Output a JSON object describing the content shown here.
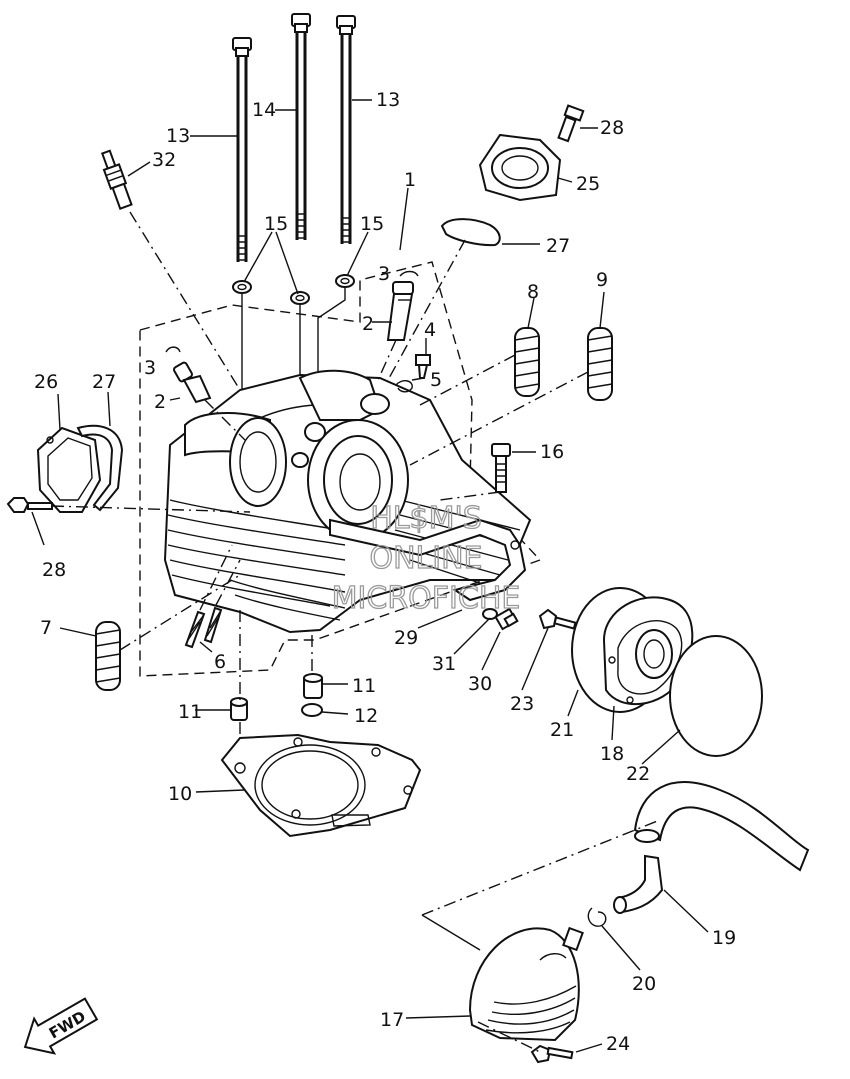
{
  "diagram": {
    "callouts": [
      {
        "id": "c1",
        "text": "1"
      },
      {
        "id": "c2a",
        "text": "2"
      },
      {
        "id": "c2b",
        "text": "2"
      },
      {
        "id": "c3a",
        "text": "3"
      },
      {
        "id": "c3b",
        "text": "3"
      },
      {
        "id": "c4",
        "text": "4"
      },
      {
        "id": "c5",
        "text": "5"
      },
      {
        "id": "c6",
        "text": "6"
      },
      {
        "id": "c7",
        "text": "7"
      },
      {
        "id": "c8",
        "text": "8"
      },
      {
        "id": "c9",
        "text": "9"
      },
      {
        "id": "c10",
        "text": "10"
      },
      {
        "id": "c11a",
        "text": "11"
      },
      {
        "id": "c11b",
        "text": "11"
      },
      {
        "id": "c12",
        "text": "12"
      },
      {
        "id": "c13a",
        "text": "13"
      },
      {
        "id": "c13b",
        "text": "13"
      },
      {
        "id": "c14",
        "text": "14"
      },
      {
        "id": "c15a",
        "text": "15"
      },
      {
        "id": "c15b",
        "text": "15"
      },
      {
        "id": "c16",
        "text": "16"
      },
      {
        "id": "c17",
        "text": "17"
      },
      {
        "id": "c18",
        "text": "18"
      },
      {
        "id": "c19",
        "text": "19"
      },
      {
        "id": "c20",
        "text": "20"
      },
      {
        "id": "c21",
        "text": "21"
      },
      {
        "id": "c22",
        "text": "22"
      },
      {
        "id": "c23",
        "text": "23"
      },
      {
        "id": "c24",
        "text": "24"
      },
      {
        "id": "c25",
        "text": "25"
      },
      {
        "id": "c26",
        "text": "26"
      },
      {
        "id": "c27a",
        "text": "27"
      },
      {
        "id": "c27b",
        "text": "27"
      },
      {
        "id": "c28a",
        "text": "28"
      },
      {
        "id": "c28b",
        "text": "28"
      },
      {
        "id": "c29",
        "text": "29"
      },
      {
        "id": "c30",
        "text": "30"
      },
      {
        "id": "c31",
        "text": "31"
      },
      {
        "id": "c32",
        "text": "32"
      }
    ],
    "fwd_label": "FWD",
    "watermark": [
      "HL$M'S",
      "ONLINE",
      "MICROFICHE"
    ]
  }
}
